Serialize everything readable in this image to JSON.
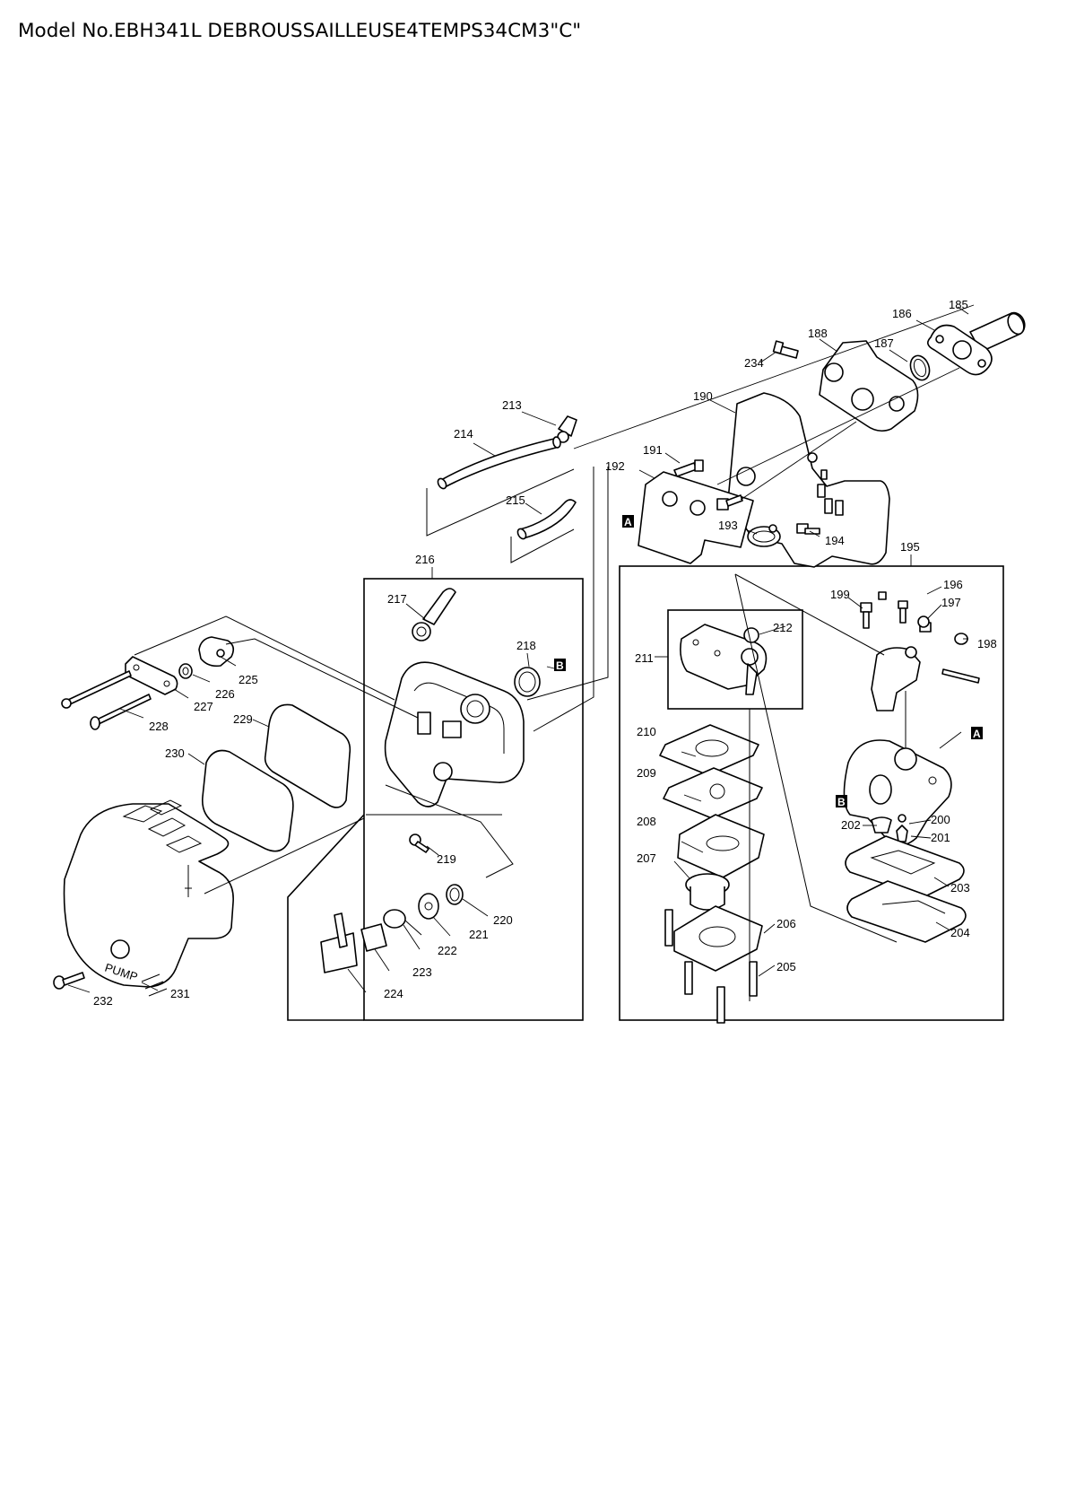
{
  "title": "Model No.EBH341L DEBROUSSAILLEUSE4TEMPS34CM3\"C\"",
  "callouts": {
    "p185": "185",
    "p186": "186",
    "p187": "187",
    "p188": "188",
    "p190": "190",
    "p191": "191",
    "p192": "192",
    "p193": "193",
    "p194": "194",
    "p195": "195",
    "p196": "196",
    "p197": "197",
    "p198": "198",
    "p199": "199",
    "p200": "200",
    "p201": "201",
    "p202": "202",
    "p203": "203",
    "p204": "204",
    "p205": "205",
    "p206": "206",
    "p207": "207",
    "p208": "208",
    "p209": "209",
    "p210": "210",
    "p211": "211",
    "p212": "212",
    "p213": "213",
    "p214": "214",
    "p215": "215",
    "p216": "216",
    "p217": "217",
    "p218": "218",
    "p219": "219",
    "p220": "220",
    "p221": "221",
    "p222": "222",
    "p223": "223",
    "p224": "224",
    "p225": "225",
    "p226": "226",
    "p227": "227",
    "p228": "228",
    "p229": "229",
    "p230": "230",
    "p231": "231",
    "p232": "232",
    "p234": "234"
  },
  "markers": {
    "a": "A",
    "b": "B"
  },
  "embossed": {
    "pump": "PUMP"
  }
}
